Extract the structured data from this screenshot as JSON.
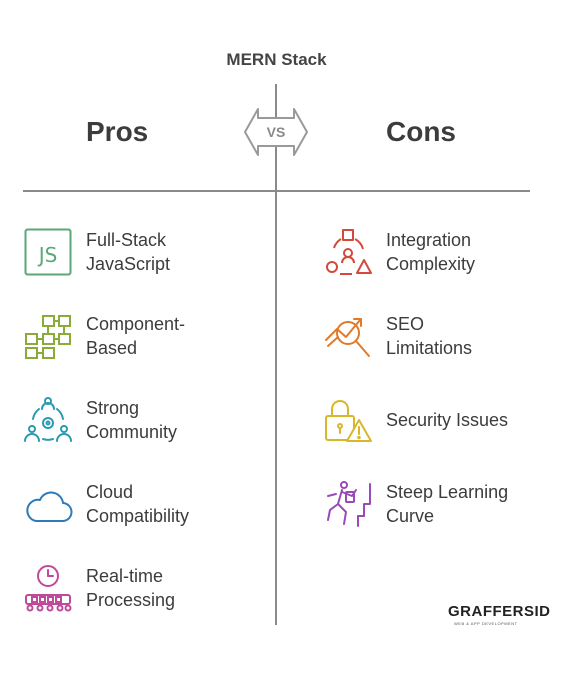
{
  "title": "MERN Stack",
  "vs": "VS",
  "pros": {
    "heading": "Pros",
    "color": "#4a9a6a",
    "items": [
      {
        "label": "Full-Stack\nJavaScript",
        "icon": "js-icon",
        "color": "#5aa878"
      },
      {
        "label": "Component-\nBased",
        "icon": "component-grid-icon",
        "color": "#8aab3a"
      },
      {
        "label": "Strong\nCommunity",
        "icon": "community-icon",
        "color": "#2a9ab0"
      },
      {
        "label": "Cloud\nCompatibility",
        "icon": "cloud-icon",
        "color": "#2f7ab8"
      },
      {
        "label": "Real-time\nProcessing",
        "icon": "realtime-processing-icon",
        "color": "#c04a9a"
      }
    ]
  },
  "cons": {
    "heading": "Cons",
    "items": [
      {
        "label": "Integration\nComplexity",
        "icon": "integration-shapes-icon",
        "color": "#d44a3a"
      },
      {
        "label": "SEO\nLimitations",
        "icon": "seo-search-icon",
        "color": "#e07a2a"
      },
      {
        "label": "Security Issues",
        "icon": "security-lock-warning-icon",
        "color": "#d8b82a"
      },
      {
        "label": "Steep Learning\nCurve",
        "icon": "climbing-icon",
        "color": "#9a4ab8"
      }
    ]
  },
  "logo": {
    "text_main": "GRAFFERS",
    "text_id": "ID",
    "subtitle": "WEB & APP DEVELOPMENT"
  }
}
